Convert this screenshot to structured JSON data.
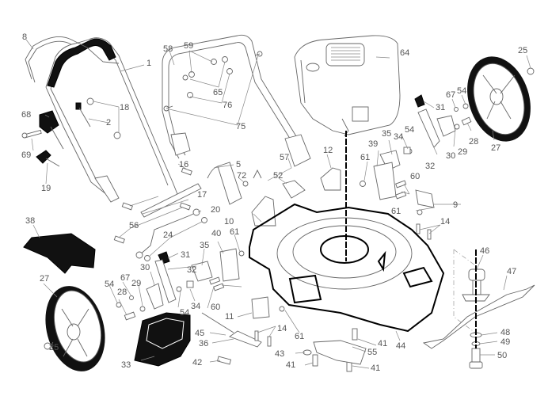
{
  "title": "Lawn mower exploded parts diagram",
  "parts": {
    "handle_upper": "1",
    "control_cable_clip": "2",
    "cable_tie": "5",
    "bail": "8",
    "bracket_9": "9",
    "bracket_10": "10",
    "bracket_11": "11",
    "bracket_12": "12",
    "bolt_14": "14",
    "bolt_16": "16",
    "rod_17": "17",
    "washer_18": "18",
    "knob_19": "19",
    "link_20": "20",
    "washer_24": "24",
    "nut_25": "25",
    "wheel_27": "27",
    "bolt_28": "28",
    "washer_29": "29",
    "bracket_30": "30",
    "knob_31": "31",
    "arm_32": "32",
    "rear_flap": "33",
    "spacer_34": "34",
    "height_plate_35": "35",
    "bracket_36": "36",
    "side_chute": "38",
    "plate_39": "39",
    "plate_40": "40",
    "bolt_41": "41",
    "spring_42": "42",
    "washer_43": "43",
    "deck_44": "44",
    "axle_45": "45",
    "adapter_46": "46",
    "blade_47": "47",
    "washer_48": "48",
    "washer_49": "49",
    "bolt_50": "50",
    "deflector_52": "52",
    "washer_54": "54",
    "bracket_55": "55",
    "bolt_56": "56",
    "clip_57": "57",
    "handle_lower": "58",
    "washer_59": "59",
    "bolt_60": "60",
    "nut_61": "61",
    "engine": "64",
    "nut_65": "65",
    "ring_67": "67",
    "throttle_68": "68",
    "bolt_69": "69",
    "cable_clip_72": "72",
    "bolt_75": "75",
    "washer_76": "76"
  },
  "dup_labels": {
    "l31b": "31",
    "l32b": "32",
    "l30b": "30",
    "l54b": "54",
    "l54c": "54",
    "l54d": "54",
    "l67b": "67",
    "l29b": "29",
    "l28b": "28",
    "l27b": "27",
    "l25b": "25",
    "l35b": "35",
    "l34b": "34",
    "l60b": "60",
    "l61b": "61",
    "l61c": "61",
    "l61d": "61",
    "l14b": "14",
    "l41b": "41",
    "l41c": "41"
  }
}
